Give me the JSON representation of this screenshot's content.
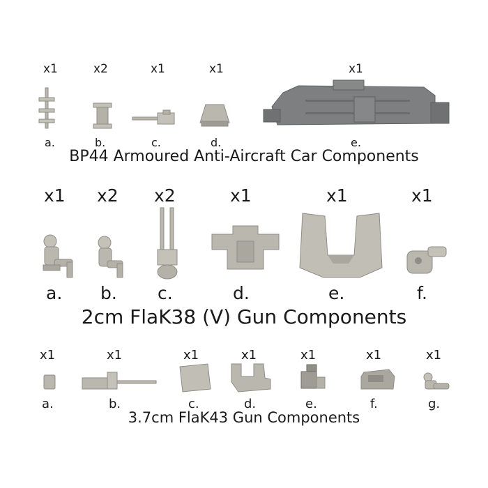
{
  "row1": {
    "title": "BP44 Armoured Anti-Aircraft Car Components",
    "parts": [
      {
        "qty": "x1",
        "label": "a."
      },
      {
        "qty": "x2",
        "label": "b."
      },
      {
        "qty": "x1",
        "label": "c."
      },
      {
        "qty": "x1",
        "label": "d."
      },
      {
        "qty": "x1",
        "label": "e."
      }
    ]
  },
  "row2": {
    "title": "2cm FlaK38 (V) Gun Components",
    "parts": [
      {
        "qty": "x1",
        "label": "a."
      },
      {
        "qty": "x2",
        "label": "b."
      },
      {
        "qty": "x2",
        "label": "c."
      },
      {
        "qty": "x1",
        "label": "d."
      },
      {
        "qty": "x1",
        "label": "e."
      },
      {
        "qty": "x1",
        "label": "f."
      }
    ]
  },
  "row3": {
    "title": "3.7cm FlaK43 Gun Components",
    "parts": [
      {
        "qty": "x1",
        "label": "a."
      },
      {
        "qty": "x1",
        "label": "b."
      },
      {
        "qty": "x1",
        "label": "c."
      },
      {
        "qty": "x1",
        "label": "d."
      },
      {
        "qty": "x1",
        "label": "e."
      },
      {
        "qty": "x1",
        "label": "f."
      },
      {
        "qty": "x1",
        "label": "g."
      }
    ]
  },
  "colors": {
    "metal": "#b9b7ae",
    "metal_dark": "#8f8d85",
    "resin": "#7d7f80",
    "resin_dark": "#5e6061",
    "text": "#1a1a1a"
  }
}
